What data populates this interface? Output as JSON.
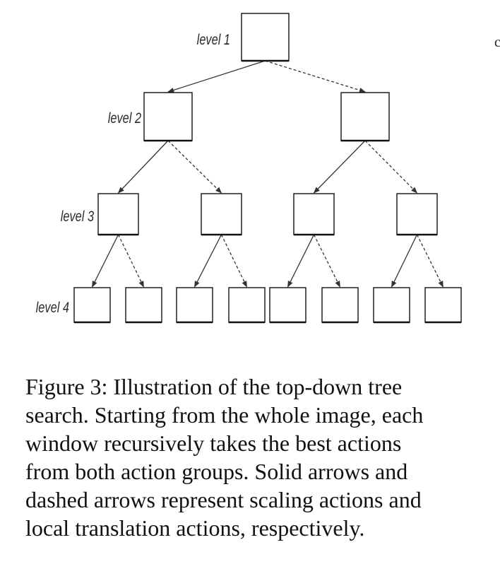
{
  "figure": {
    "levels": [
      "level 1",
      "level 2",
      "level 3",
      "level 4"
    ],
    "tree": {
      "depth": 4,
      "branching": 2,
      "edge_types": {
        "solid": "scaling actions",
        "dashed": "local translation actions"
      }
    },
    "stray_mark": "c"
  },
  "caption": {
    "lines": [
      "Figure 3: Illustration of the top-down tree",
      "search. Starting from the whole image, each",
      "window recursively takes the best actions",
      "from both action groups. Solid arrows and",
      "dashed arrows represent scaling actions and",
      "local translation actions, respectively."
    ]
  },
  "colors": {
    "ink": "#111111",
    "arrow": "#333333",
    "background": "#ffffff"
  }
}
